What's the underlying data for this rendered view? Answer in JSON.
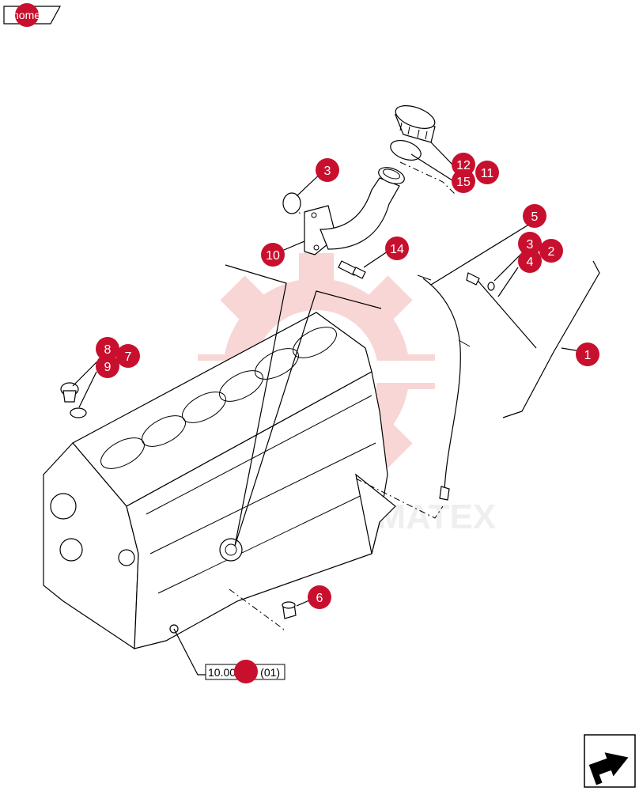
{
  "colors": {
    "callout_fill": "#c8102e",
    "callout_text": "#ffffff",
    "line": "#000000",
    "watermark": "#f4b6b6"
  },
  "home_button": {
    "label": "home"
  },
  "reference_label": {
    "text": "10.001.ab (01)"
  },
  "watermark": {
    "text": "PARTMATEX"
  },
  "nav_icon": "next-page-arrow-icon",
  "callouts": [
    {
      "id": "c3a",
      "label": "3"
    },
    {
      "id": "c12",
      "label": "12"
    },
    {
      "id": "c11",
      "label": "11"
    },
    {
      "id": "c15",
      "label": "15"
    },
    {
      "id": "c5",
      "label": "5"
    },
    {
      "id": "c4",
      "label": "4"
    },
    {
      "id": "c3b",
      "label": "3"
    },
    {
      "id": "c2",
      "label": "2"
    },
    {
      "id": "c10",
      "label": "10"
    },
    {
      "id": "c14",
      "label": "14"
    },
    {
      "id": "c1",
      "label": "1"
    },
    {
      "id": "c8",
      "label": "8"
    },
    {
      "id": "c7",
      "label": "7"
    },
    {
      "id": "c9",
      "label": "9"
    },
    {
      "id": "c6",
      "label": "6"
    },
    {
      "id": "cref",
      "label": ""
    }
  ]
}
